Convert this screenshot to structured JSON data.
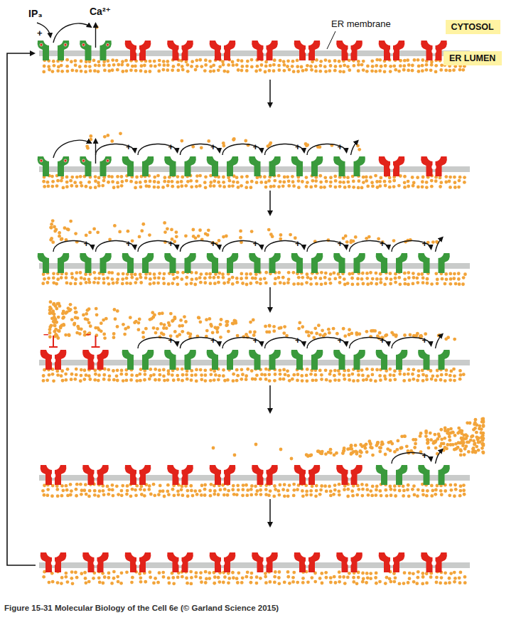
{
  "diagram": {
    "caption": "Figure 15-31 Molecular Biology of the Cell 6e (© Garland Science 2015)",
    "nodes": [
      {
        "text": [
          "CYTOSOL"
        ]
      },
      {
        "text": [
          "ER LUMEN"
        ]
      }
    ],
    "labels": [
      "IP₃",
      "Ca²⁺",
      "ER membrane",
      "+",
      "+",
      "+",
      "+",
      "+",
      "+",
      "+",
      "+",
      "+",
      "+",
      "+",
      "+",
      "+",
      "+",
      "+",
      "+",
      "−",
      "−",
      "+",
      "+",
      "+",
      "+",
      "+",
      "+",
      "+",
      "+"
    ]
  }
}
